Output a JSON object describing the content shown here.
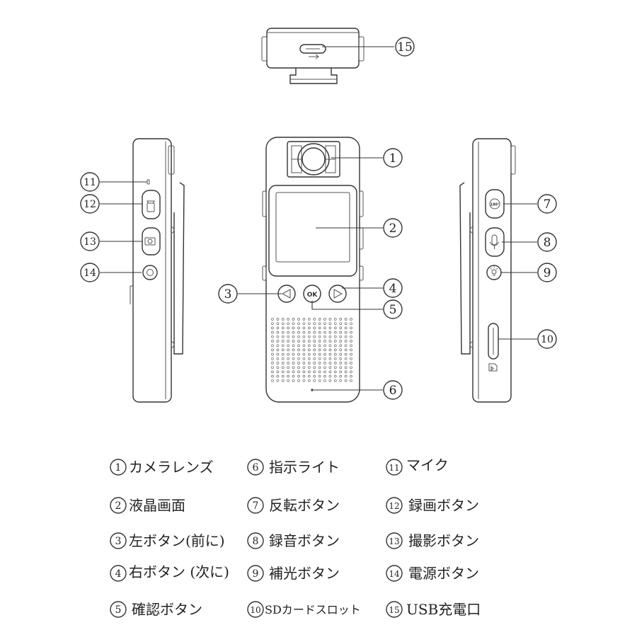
{
  "callouts": [
    {
      "id": "c1",
      "num": "1"
    },
    {
      "id": "c2",
      "num": "2"
    },
    {
      "id": "c3",
      "num": "3"
    },
    {
      "id": "c4",
      "num": "4"
    },
    {
      "id": "c5",
      "num": "5"
    },
    {
      "id": "c6",
      "num": "6"
    },
    {
      "id": "c7",
      "num": "7"
    },
    {
      "id": "c8",
      "num": "8"
    },
    {
      "id": "c9",
      "num": "9"
    },
    {
      "id": "c10",
      "num": "10"
    },
    {
      "id": "c11",
      "num": "11"
    },
    {
      "id": "c12",
      "num": "12"
    },
    {
      "id": "c13",
      "num": "13"
    },
    {
      "id": "c14",
      "num": "14"
    },
    {
      "id": "c15",
      "num": "15"
    }
  ],
  "ok_label": "OK",
  "rotate_label": "180°",
  "legend": [
    {
      "num": "1",
      "label": "カメラレンズ"
    },
    {
      "num": "2",
      "label": "液晶画面"
    },
    {
      "num": "3",
      "label": "左ボタン(前に)"
    },
    {
      "num": "4",
      "label": "右ボタン (次に)"
    },
    {
      "num": "5",
      "label": "確認ボタン"
    },
    {
      "num": "6",
      "label": "指示ライト"
    },
    {
      "num": "7",
      "label": "反転ボタン"
    },
    {
      "num": "8",
      "label": "録音ボタン"
    },
    {
      "num": "9",
      "label": "補光ボタン"
    },
    {
      "num": "10",
      "label": "SDカードスロット"
    },
    {
      "num": "11",
      "label": "マイク"
    },
    {
      "num": "12",
      "label": "録画ボタン"
    },
    {
      "num": "13",
      "label": "撮影ボタン"
    },
    {
      "num": "14",
      "label": "電源ボタン"
    },
    {
      "num": "15",
      "label": "USB充電口"
    }
  ]
}
